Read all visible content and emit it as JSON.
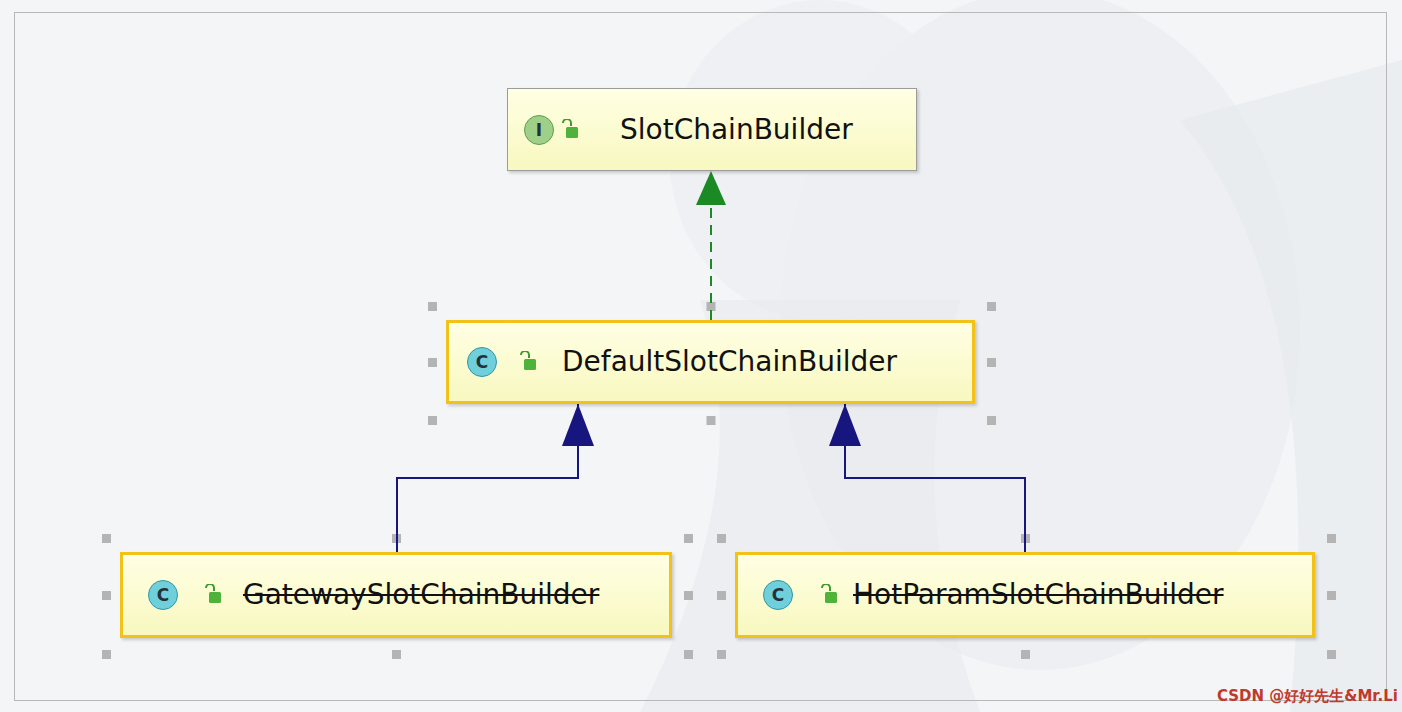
{
  "diagram": {
    "nodes": [
      {
        "text": [
          "I",
          "SlotChainBuilder"
        ]
      },
      {
        "text": [
          "C",
          "DefaultSlotChainBuilder"
        ]
      },
      {
        "text": [
          "C",
          "GatewaySlotChainBuilder"
        ]
      },
      {
        "text": [
          "C",
          "HotParamSlotChainBuilder"
        ]
      }
    ],
    "edges": [
      {
        "from": 1,
        "to": 0,
        "arrow": "to"
      },
      {
        "from": 2,
        "to": 1,
        "arrow": "to"
      },
      {
        "from": 3,
        "to": 1,
        "arrow": "to"
      }
    ],
    "labels": [
      "CSDN @好好先生&Mr.Li"
    ]
  }
}
